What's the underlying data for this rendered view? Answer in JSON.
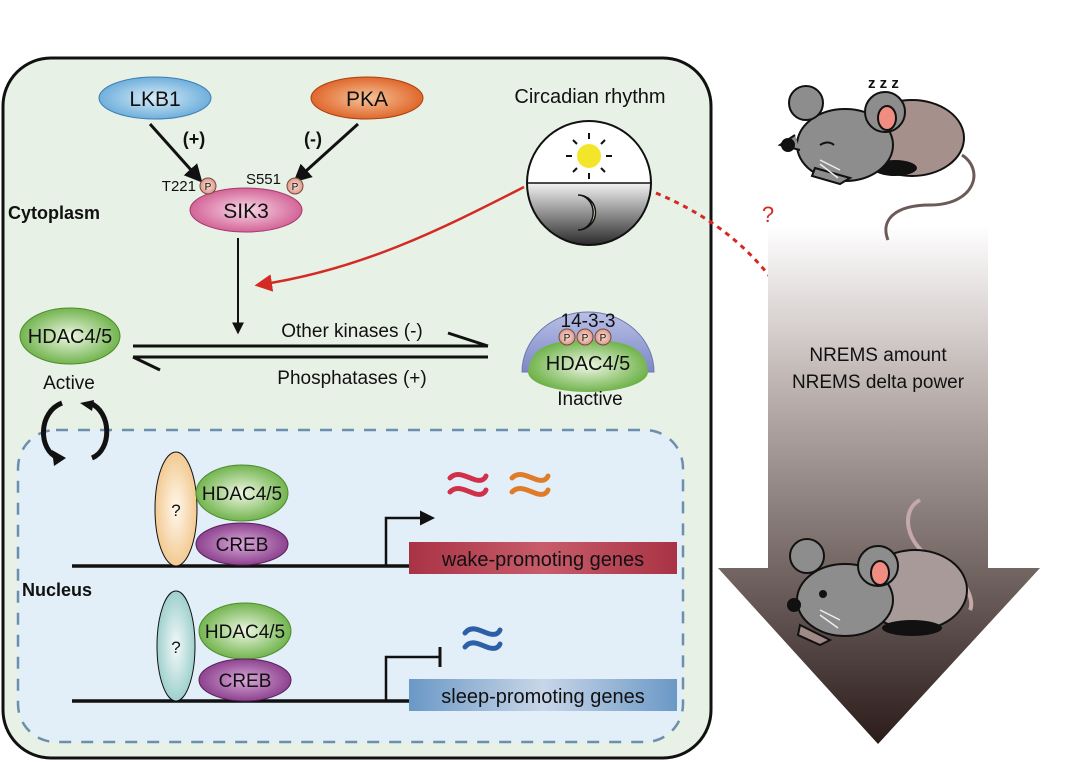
{
  "title": "SIK3-HDAC4/5 pathway regulating sleep",
  "regions": {
    "cytoplasm": "Cytoplasm",
    "nucleus": "Nucleus"
  },
  "kinases": {
    "lkb1": "LKB1",
    "pka": "PKA",
    "lkb1_effect": "(+)",
    "pka_effect": "(-)"
  },
  "sik3": {
    "label": "SIK3",
    "site_left": "T221",
    "site_right": "S551",
    "phospho": "P"
  },
  "circadian": {
    "label": "Circadian rhythm",
    "question": "?"
  },
  "hdac": {
    "active_label": "HDAC4/5",
    "active_state": "Active",
    "inactive_label": "HDAC4/5",
    "inactive_state": "Inactive",
    "chaperone": "14-3-3",
    "phospho": "P",
    "forward": "Other kinases (-)",
    "reverse": "Phosphatases (+)"
  },
  "complex_wake": {
    "unknown": "?",
    "hdac": "HDAC4/5",
    "creb": "CREB",
    "genes": "wake-promoting genes"
  },
  "complex_sleep": {
    "unknown": "?",
    "hdac": "HDAC4/5",
    "creb": "CREB",
    "genes": "sleep-promoting genes"
  },
  "outcome": {
    "line1": "NREMS amount",
    "line2": "NREMS delta power",
    "zzz": "z z z"
  },
  "colors": {
    "cell_bg": "#e8f1e6",
    "nucleus_bg": "#e2eff8",
    "arrow_red": "#d42a23",
    "lkb1": "#6fb0dc",
    "pka": "#e0601f",
    "sik3": "#d35a94",
    "hdac": "#6cb33f",
    "creb": "#8e3c8e",
    "wake_box": "#b03a4a",
    "sleep_box": "#6b9ac6"
  }
}
